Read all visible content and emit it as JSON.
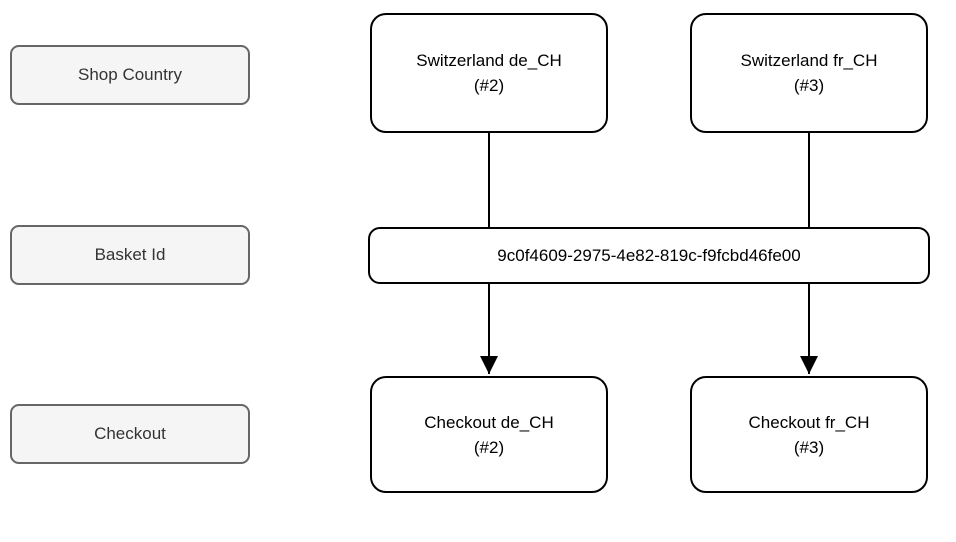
{
  "diagram": {
    "background": "#ffffff",
    "colors": {
      "label_fill": "#f5f5f5",
      "label_border": "#666666",
      "label_text": "#333333",
      "node_fill": "#ffffff",
      "node_border": "#000000",
      "node_text": "#000000",
      "connector": "#000000",
      "background": "#ffffff"
    },
    "row_labels": [
      {
        "label": "Shop Country"
      },
      {
        "label": "Basket Id"
      },
      {
        "label": "Checkout"
      }
    ],
    "nodes": {
      "shop_de": {
        "title": "Switzerland de_CH",
        "subtitle": "(#2)"
      },
      "shop_fr": {
        "title": "Switzerland fr_CH",
        "subtitle": "(#3)"
      },
      "basket": {
        "value": "9c0f4609-2975-4e82-819c-f9fcbd46fe00"
      },
      "checkout_de": {
        "title": "Checkout de_CH",
        "subtitle": "(#2)"
      },
      "checkout_fr": {
        "title": "Checkout fr_CH",
        "subtitle": "(#3)"
      }
    }
  }
}
